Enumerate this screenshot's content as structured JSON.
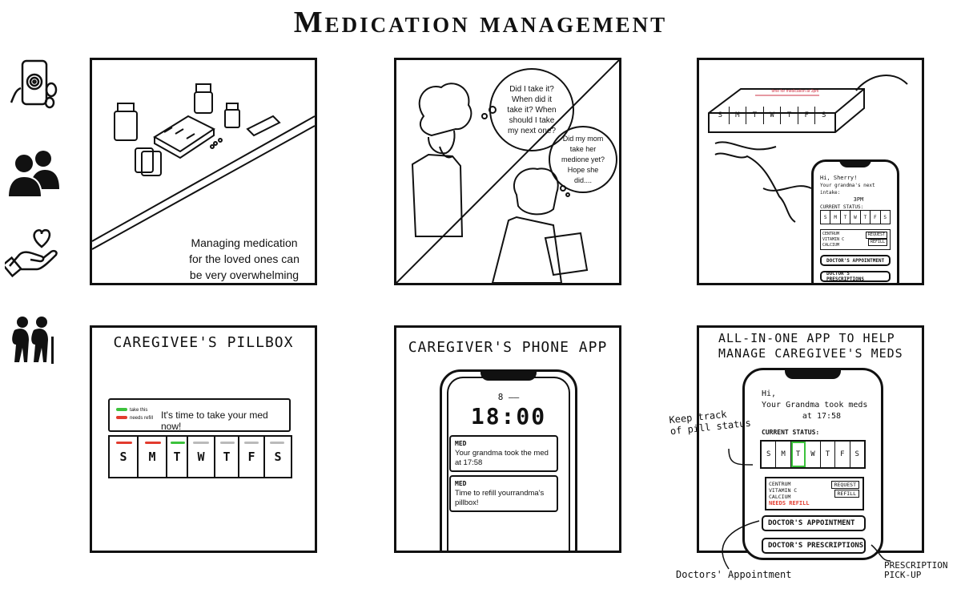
{
  "title": "Medication management",
  "icons": [
    "fingerprint-phone-icon",
    "people-icon",
    "heart-hand-icon",
    "elderly-couple-icon"
  ],
  "panel1": {
    "caption": "Managing medication\nfor the loved ones can\nbe very overwhelming"
  },
  "panel2": {
    "bubble_man": "Did I take it?\nWhen did it\ntake it? When\nshould I take\nmy next one?",
    "bubble_woman": "Did my mom\ntake her\nmedione yet?\nHope she\ndid...."
  },
  "panel3": {
    "pillbox_lid": "time for medication at 3pm",
    "pillbox_days": [
      "S",
      "M",
      "T",
      "W",
      "T",
      "F",
      "S"
    ],
    "phone_greeting": "Hi, Sherry!",
    "phone_line1": "Your grandma's next intake:",
    "phone_line2": "3PM",
    "phone_status": "CURRENT STATUS:",
    "phone_days": [
      "S",
      "M",
      "T",
      "W",
      "T",
      "F",
      "S"
    ],
    "meds": [
      "CENTRUM",
      "VITAMIN C",
      "CALCIUM"
    ],
    "request_label": "REQUEST",
    "refill_label": "REFILL",
    "appt_label": "DOCTOR'S APPOINTMENT",
    "rx_label": "DOCTOR'S PRESCRIPTIONS"
  },
  "panel4": {
    "heading": "CAREGIVEE'S PILLBOX",
    "legend_take": "take this",
    "legend_refill": "needs refill",
    "message": "It's time to take your med now!",
    "days": [
      "S",
      "M",
      "T",
      "W",
      "T",
      "F",
      "S"
    ],
    "colors": {
      "take": "#3cc23c",
      "refill": "#e23b2e"
    }
  },
  "panel5": {
    "heading": "CAREGIVER'S PHONE APP",
    "date_line": "8 ——",
    "time": "18:00",
    "notif1_app": "MED",
    "notif1_text": "Your grandma took the med at 17:58",
    "notif2_app": "MED",
    "notif2_text": "Time to refill yourrandma's pillbox!"
  },
  "panel6": {
    "heading_line1": "ALL-IN-ONE APP TO HELP",
    "heading_line2": "MANAGE CAREGIVEE'S MEDS",
    "greeting": "Hi,",
    "line1": "Your Grandma took meds",
    "line2": "at 17:58",
    "status": "CURRENT STATUS:",
    "days": [
      "S",
      "M",
      "T",
      "W",
      "T",
      "F",
      "S"
    ],
    "meds": [
      "CENTRUM",
      "VITAMIN C",
      "CALCIUM"
    ],
    "request_label": "REQUEST",
    "refill_label": "REFILL",
    "needs_refill": "NEEDS REFILL",
    "appt_label": "DOCTOR'S APPOINTMENT",
    "rx_label": "DOCTOR'S PRESCRIPTIONS",
    "annot_status": "Keep track\nof pill status",
    "annot_appt": "Doctors' Appointment",
    "annot_rx": "PRESCRIPTION\nPICK-UP",
    "colors": {
      "highlight": "#3cc23c",
      "alert": "#e23b2e"
    }
  }
}
